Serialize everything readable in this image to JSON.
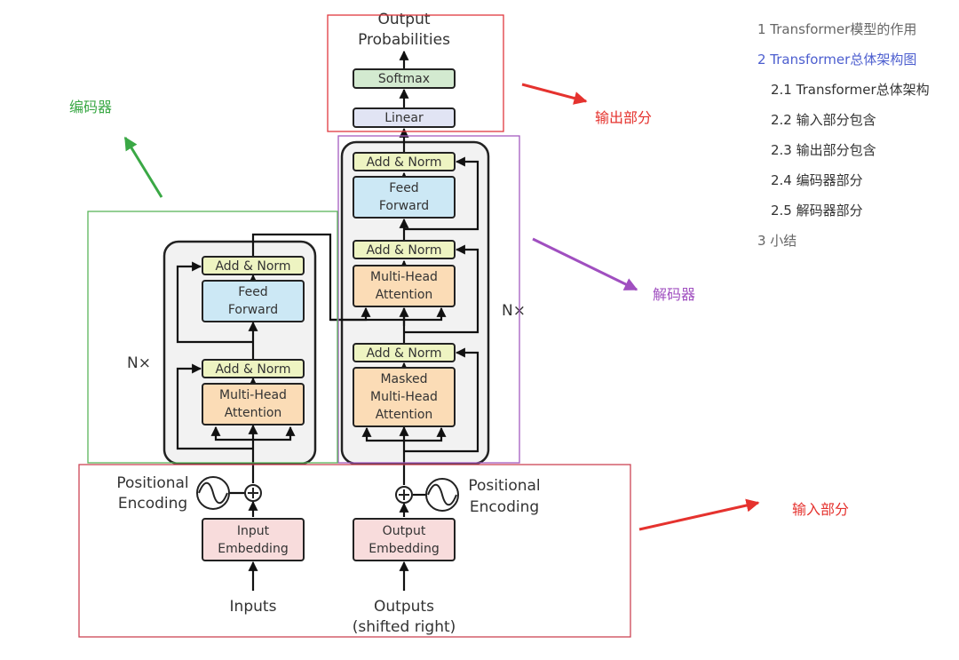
{
  "colors": {
    "output_box": "#e0393e",
    "decoder_box": "#a55cc0",
    "encoder_box": "#5bb55b",
    "input_box": "#cc4455",
    "annot_encoder": "#3aa845",
    "annot_output": "#e5322e",
    "annot_decoder": "#a04fc0",
    "annot_input": "#e5322e",
    "toc_active": "#4c5ecf",
    "toc_default": "#666666",
    "add_norm_fill": "#eef4c2",
    "feed_forward_fill": "#cce8f5",
    "attention_fill": "#fbdcb6",
    "embedding_fill": "#f8dcdc",
    "linear_fill": "#e1e4f4",
    "softmax_fill": "#d3ead0",
    "stack_fill": "#f2f2f2"
  },
  "diagram": {
    "output_probabilities": [
      "Output",
      "Probabilities"
    ],
    "softmax": "Softmax",
    "linear": "Linear",
    "encoder": {
      "add_norm_top": "Add & Norm",
      "feed_forward": [
        "Feed",
        "Forward"
      ],
      "add_norm_bottom": "Add & Norm",
      "multi_head_attention": [
        "Multi-Head",
        "Attention"
      ],
      "nx": "N×"
    },
    "decoder": {
      "add_norm_top": "Add & Norm",
      "feed_forward": [
        "Feed",
        "Forward"
      ],
      "add_norm_mid": "Add & Norm",
      "multi_head_attention": [
        "Multi-Head",
        "Attention"
      ],
      "add_norm_bottom": "Add & Norm",
      "masked_attention": [
        "Masked",
        "Multi-Head",
        "Attention"
      ],
      "nx": "N×"
    },
    "input_embedding": [
      "Input",
      "Embedding"
    ],
    "output_embedding": [
      "Output",
      "Embedding"
    ],
    "positional_encoding_left": [
      "Positional",
      "Encoding"
    ],
    "positional_encoding_right": [
      "Positional",
      "Encoding"
    ],
    "inputs": "Inputs",
    "outputs": [
      "Outputs",
      "(shifted right)"
    ]
  },
  "annotations": {
    "encoder": "编码器",
    "output_part": "输出部分",
    "decoder": "解码器",
    "input_part": "输入部分"
  },
  "toc": [
    {
      "label": "1 Transformer模型的作用",
      "level": 1,
      "active": false
    },
    {
      "label": "2 Transformer总体架构图",
      "level": 1,
      "active": true
    },
    {
      "label": "2.1 Transformer总体架构",
      "level": 2,
      "active": false
    },
    {
      "label": "2.2 输入部分包含",
      "level": 2,
      "active": false
    },
    {
      "label": "2.3 输出部分包含",
      "level": 2,
      "active": false
    },
    {
      "label": "2.4 编码器部分",
      "level": 2,
      "active": false
    },
    {
      "label": "2.5 解码器部分",
      "level": 2,
      "active": false
    },
    {
      "label": "3 小结",
      "level": 1,
      "active": false
    }
  ]
}
